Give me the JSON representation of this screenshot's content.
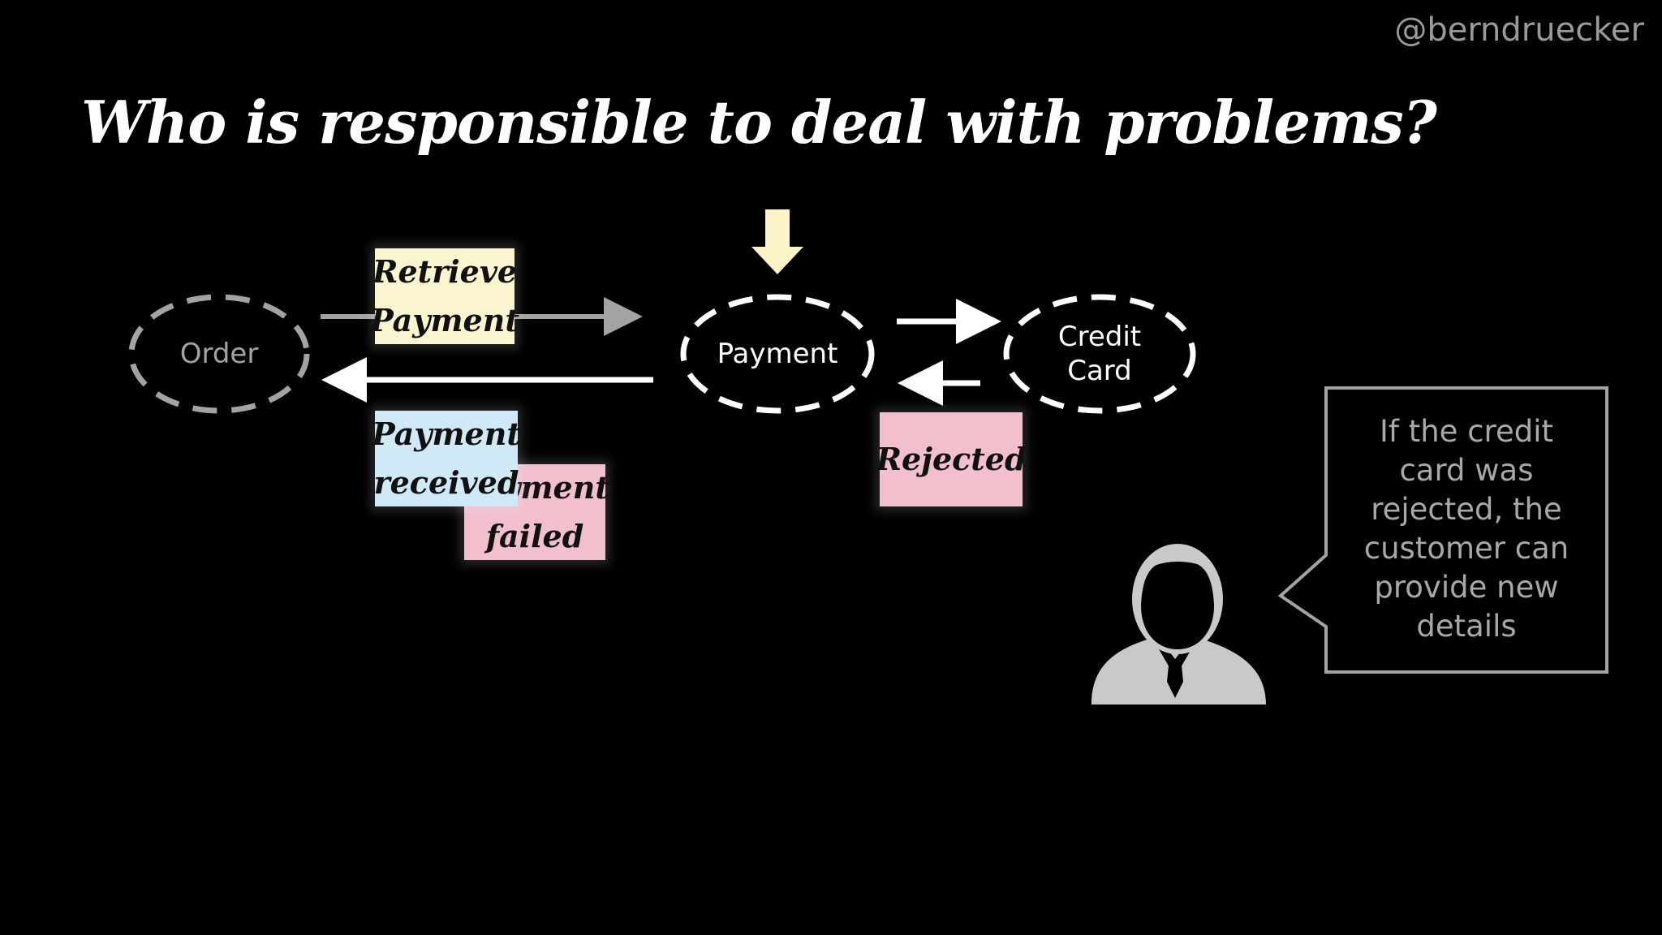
{
  "handle": "@berndruecker",
  "title": "Who is responsible to deal with problems?",
  "nodes": {
    "order": "Order",
    "payment": "Payment",
    "credit_card": "Credit Card"
  },
  "stickies": {
    "retrieve_payment": "Retrieve Payment",
    "payment_received": "Payment received",
    "payment_failed": "Payment failed",
    "rejected": "Rejected"
  },
  "callout": "If the credit card was rejected, the customer can provide new details",
  "icons": {
    "down_arrow": "down-arrow-icon",
    "person": "person-icon"
  },
  "colors": {
    "sticky_yellow": "#fbf5cf",
    "sticky_blue": "#cfe9f7",
    "sticky_pink": "#f2bfcd",
    "arrow_yellow": "#fdf3c8",
    "grey": "#a3a3a3"
  }
}
